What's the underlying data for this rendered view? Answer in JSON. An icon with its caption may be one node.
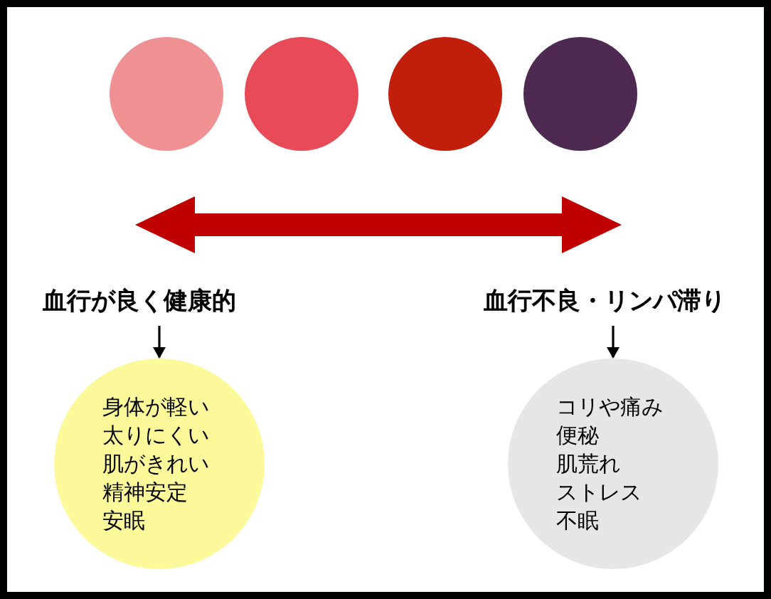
{
  "diagram": {
    "nodes": [
      {
        "text": [],
        "shape": "circle"
      },
      {
        "text": [],
        "shape": "circle"
      },
      {
        "text": [],
        "shape": "circle"
      },
      {
        "text": [],
        "shape": "circle"
      },
      {
        "text": [
          "血行が良く健康的"
        ]
      },
      {
        "text": [
          "身体が軽い",
          "太りにくい",
          "肌がきれい",
          "精神安定",
          "安眠"
        ]
      },
      {
        "text": [
          "血行不良・リンパ滞り"
        ]
      },
      {
        "text": [
          "コリや痛み",
          "便秘",
          "肌荒れ",
          "ストレス",
          "不眠"
        ]
      }
    ],
    "edges": [
      {
        "from": 4,
        "to": 5,
        "arrow": "to"
      },
      {
        "from": 6,
        "to": 7,
        "arrow": "to"
      }
    ]
  }
}
